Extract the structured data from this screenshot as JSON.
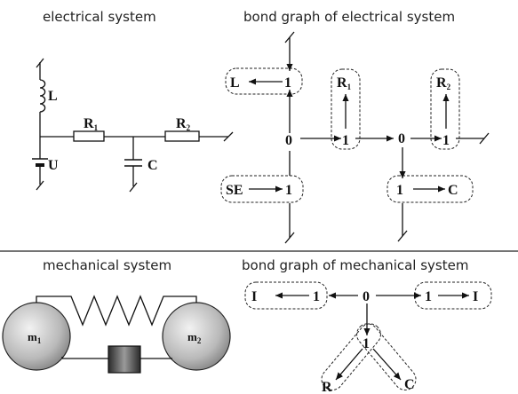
{
  "titles": {
    "electrical": "electrical system",
    "bond_electrical": "bond graph of electrical system",
    "mechanical": "mechanical system",
    "bond_mechanical": "bond graph of mechanical system"
  },
  "circuit": {
    "L": "L",
    "R1": "R",
    "R1_sub": "1",
    "R2": "R",
    "R2_sub": "2",
    "U": "U",
    "C": "C"
  },
  "bond_electrical": {
    "L": "L",
    "one_top": "1",
    "R1": "R",
    "R1_sub": "1",
    "R2": "R",
    "R2_sub": "2",
    "zero_left": "0",
    "one_r1": "1",
    "zero_mid": "0",
    "one_r2": "1",
    "SE": "SE",
    "one_se": "1",
    "one_c": "1",
    "C": "C"
  },
  "mechanical": {
    "m1": "m",
    "m1_sub": "1",
    "m2": "m",
    "m2_sub": "2"
  },
  "bond_mechanical": {
    "I_left": "I",
    "one_left": "1",
    "zero": "0",
    "one_right": "1",
    "I_right": "I",
    "one_bottom": "1",
    "R": "R",
    "C": "C"
  }
}
